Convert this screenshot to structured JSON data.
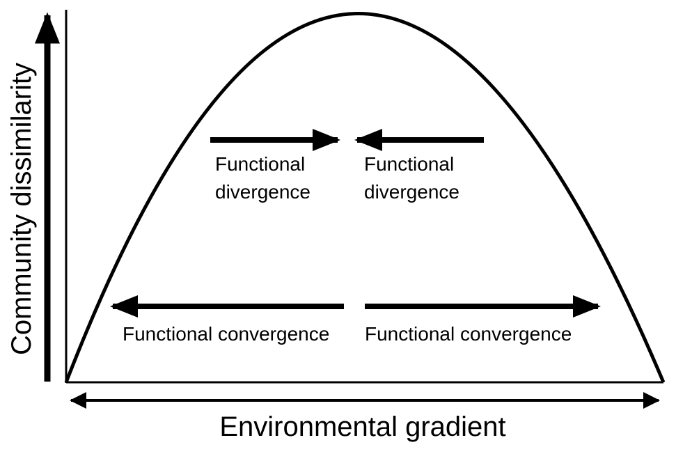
{
  "axes": {
    "y_label": "Community dissimilarity",
    "x_label": "Environmental gradient"
  },
  "annotations": {
    "divergence_left": [
      "Functional",
      "divergence"
    ],
    "divergence_right": [
      "Functional",
      "divergence"
    ],
    "convergence_left": "Functional convergence",
    "convergence_right": "Functional convergence"
  },
  "colors": {
    "stroke": "#000000",
    "background": "#ffffff"
  }
}
